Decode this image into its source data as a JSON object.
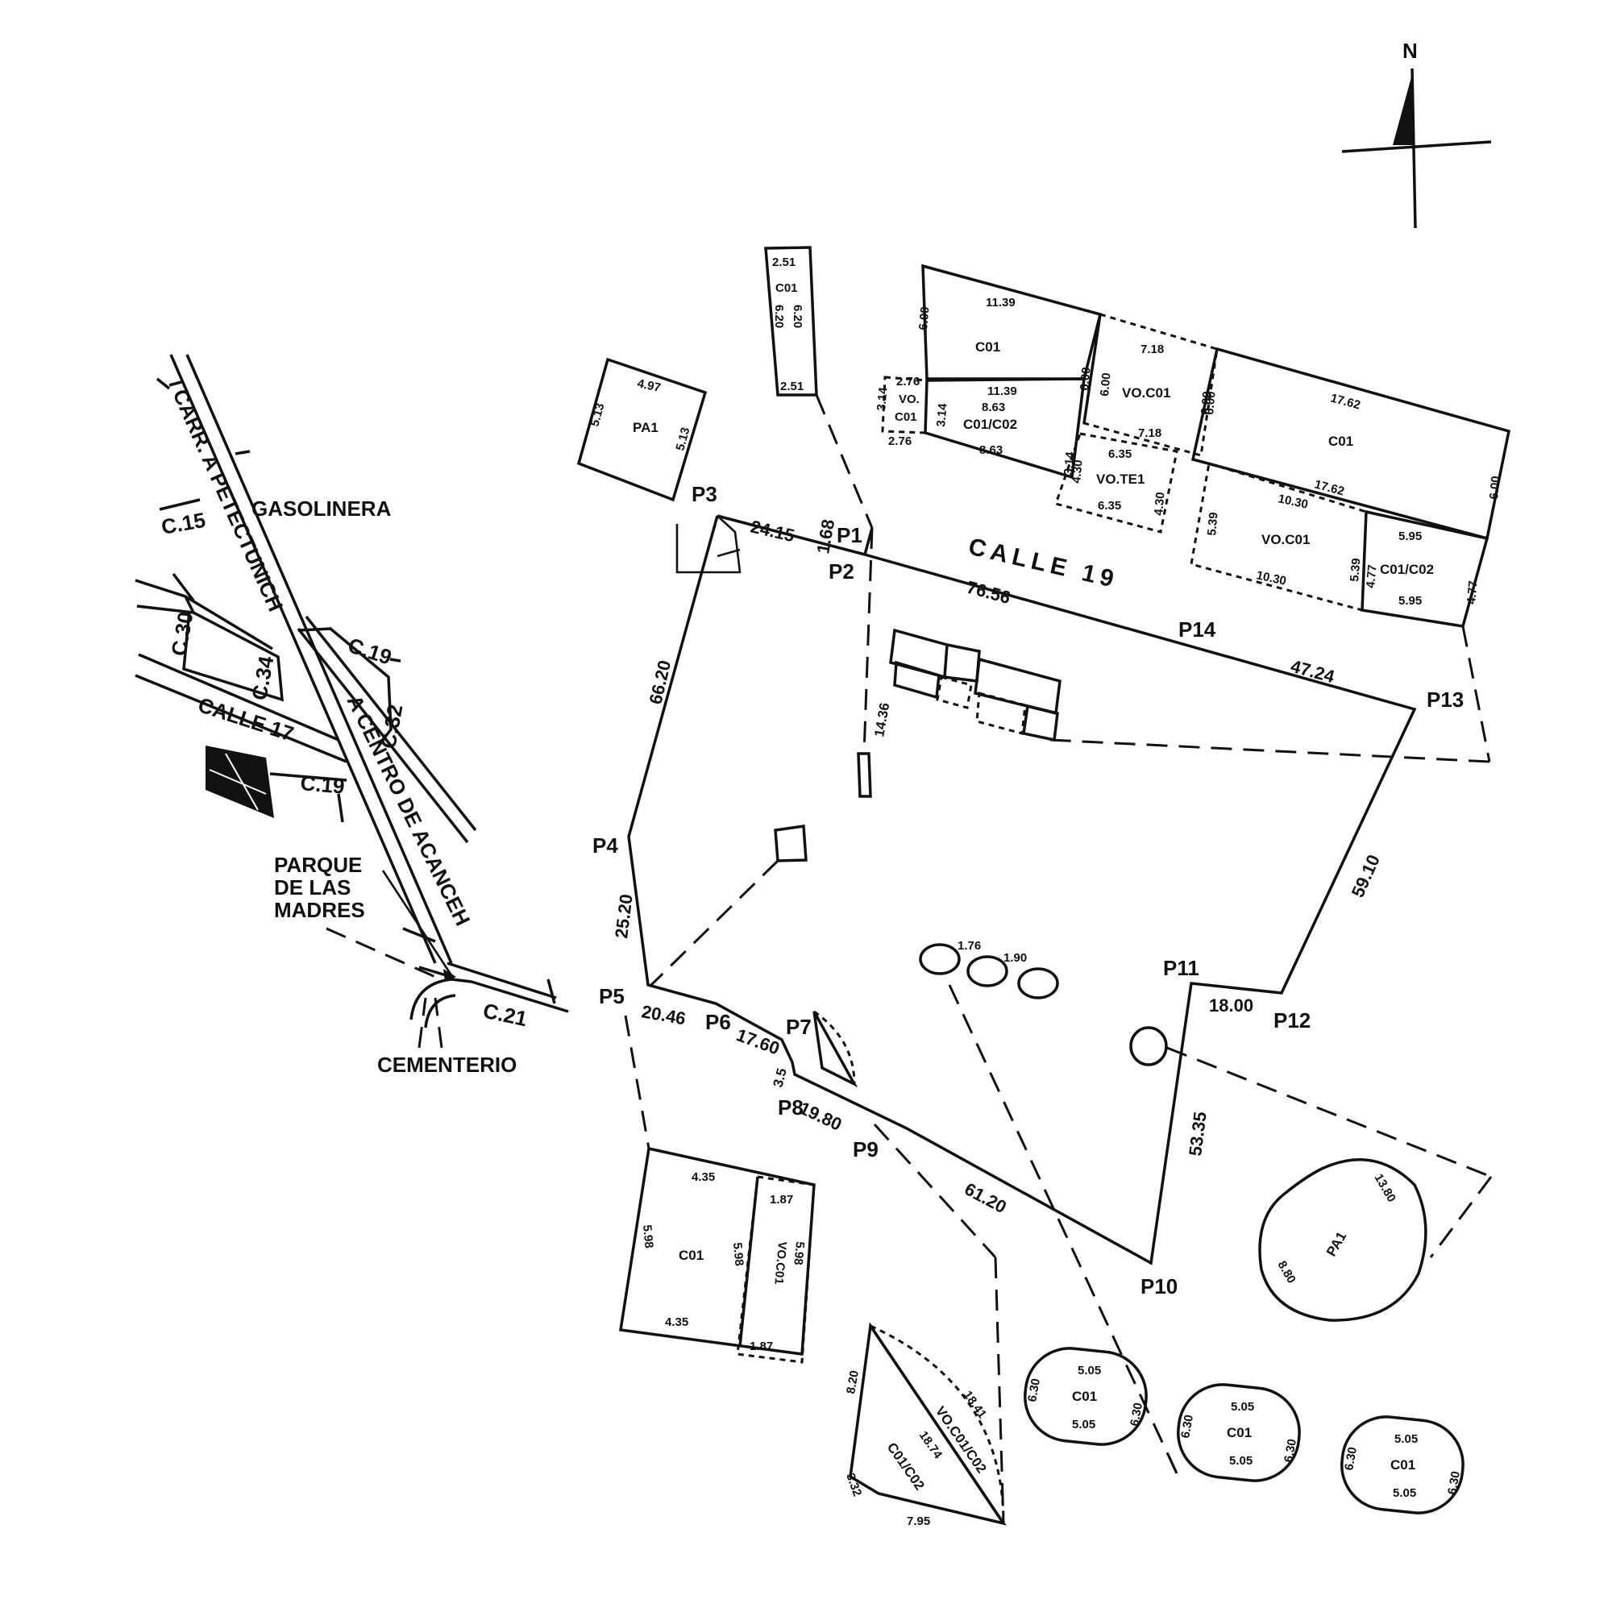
{
  "north": "N",
  "locality": {
    "road_main": "CARR. A PETECTUNICH",
    "road_center": "A CENTRO DE ACANCEH",
    "gas_station": "GASOLINERA",
    "park": [
      "PARQUE",
      "DE LAS",
      "MADRES"
    ],
    "cemetery": "CEMENTERIO",
    "street_17": "CALLE 17",
    "c15": "C.15",
    "c30": "C.30",
    "c34": "C.34",
    "c19a": "C.19",
    "c32": "C.32",
    "c19b": "C.19",
    "c21": "C.21"
  },
  "street_main": "CALLE 19",
  "points": {
    "p1": "P1",
    "p2": "P2",
    "p3": "P3",
    "p4": "P4",
    "p5": "P5",
    "p6": "P6",
    "p7": "P7",
    "p8": "P8",
    "p9": "P9",
    "p10": "P10",
    "p11": "P11",
    "p12": "P12",
    "p13": "P13",
    "p14": "P14"
  },
  "segments": {
    "p3_p1": "24.15",
    "p1_p2": "1.68",
    "p2_p13": "76.56",
    "p14_p13": "47.24",
    "p3_p4": "66.20",
    "p4_p5": "25.20",
    "p5_p6": "20.46",
    "p6_p7": "17.60",
    "p7_p8": "3.5",
    "p8_p9": "19.80",
    "p9_p10": "61.20",
    "p10_p11": "53.35",
    "p11_p12": "18.00",
    "p12_p13": "59.10",
    "to_bldg": "14.36"
  },
  "lots": {
    "pa1_top": {
      "use": "PA1",
      "top": "4.97",
      "left": "5.13",
      "right": "5.13"
    },
    "narrow": {
      "use": "C01",
      "top": "2.51",
      "bottom": "2.51",
      "side1": "6.20",
      "side2": "6.20"
    },
    "block_a": {
      "use": "C01",
      "top": "11.39",
      "bottom": "11.39",
      "left": "6.00",
      "right": "6.00"
    },
    "block_vo_small": {
      "use1": "VO.",
      "use2": "C01",
      "top": "2.76",
      "bottom": "2.76",
      "side": "3.14"
    },
    "block_c01c02": {
      "use": "C01/C02",
      "top": "8.63",
      "bottom": "8.63",
      "left": "3.14",
      "right": "3.14"
    },
    "block_voc01": {
      "use": "VO.C01",
      "top": "7.18",
      "bottom": "7.18",
      "left": "6.00",
      "right": "6.00"
    },
    "block_vote1": {
      "use": "VO.TE1",
      "top": "6.35",
      "bottom": "6.35",
      "left": "4.30",
      "right": "4.30"
    },
    "block_big": {
      "use": "C01",
      "top": "17.62",
      "bottom": "17.62",
      "left": "6.00",
      "right": "6.00"
    },
    "block_voc01_b": {
      "use": "VO.C01",
      "top": "10.30",
      "bottom": "10.30",
      "left": "5.39",
      "right": "5.39"
    },
    "block_c01c02_b": {
      "use": "C01/C02",
      "top": "5.95",
      "bottom": "5.95",
      "left": "4.77",
      "right": "4.77"
    },
    "lower_left": {
      "use": "C01",
      "top": "4.35",
      "bottom": "4.35",
      "left": "5.98",
      "right": "5.98"
    },
    "lower_left_vo": {
      "use": "VO.C01",
      "top": "1.87",
      "bottom": "1.87",
      "side": "5.98"
    },
    "triangle": {
      "use1": "C01/C02",
      "use2": "VO.C01/C02",
      "left": "8.20",
      "bottom_left": "3.32",
      "bottom": "7.95",
      "diag": "18.74",
      "arc": "18.41"
    },
    "pond": {
      "use": "PA1",
      "r1": "13.80",
      "r2": "8.80"
    },
    "ovals": {
      "d1": "1.76",
      "d2": "1.90"
    },
    "oval_lots": [
      {
        "use": "C01",
        "top": "5.05",
        "bottom": "5.05",
        "left": "6.30",
        "right": "6.30"
      },
      {
        "use": "C01",
        "top": "5.05",
        "bottom": "5.05",
        "left": "6.30",
        "right": "6.30"
      },
      {
        "use": "C01",
        "top": "5.05",
        "bottom": "5.05",
        "left": "6.30",
        "right": "6.30"
      }
    ]
  }
}
